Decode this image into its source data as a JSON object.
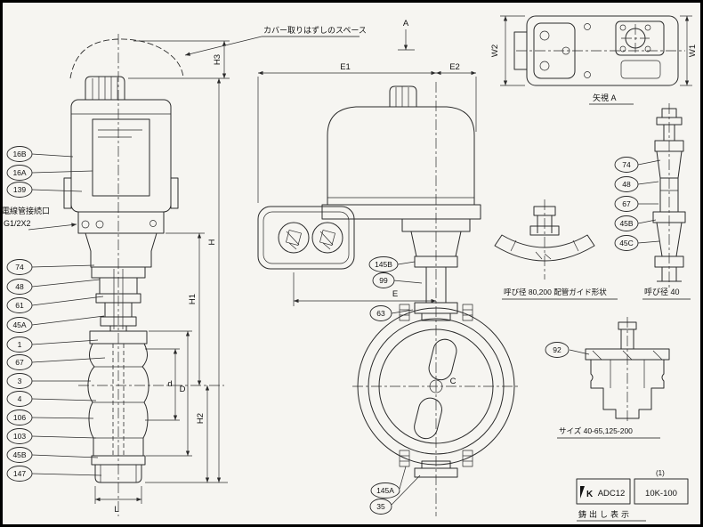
{
  "sheet": {
    "bg": "#f6f5f1",
    "ink": "#2b2b2b"
  },
  "annotations": {
    "cover_space": "カバー取りはずしのスペース",
    "conduit_l1": "電線管接続口",
    "conduit_l2": "G1/2X2",
    "view_a": "矢視 A",
    "pipe_guide": "呼び径 80,200 配管ガイド形状",
    "bore40": "呼び径 40",
    "size_note": "サイズ 40-65,125-200",
    "cast_mark": "鋳出し表示",
    "material": "ADC12",
    "rating": "10K-100",
    "rating_note": "(1)",
    "logo": "K"
  },
  "dims": {
    "H": "H",
    "H1": "H1",
    "H2": "H2",
    "H3": "H3",
    "D": "D",
    "d": "d",
    "L": "L",
    "E": "E",
    "E1": "E1",
    "E2": "E2",
    "A": "A",
    "C": "C",
    "W1": "W1",
    "W2": "W2"
  },
  "callouts": {
    "left": [
      "16B",
      "16A",
      "139",
      "74",
      "48",
      "61",
      "45A",
      "1",
      "67",
      "3",
      "4",
      "106",
      "103",
      "45B",
      "147"
    ],
    "middle": [
      "145B",
      "99",
      "63",
      "145A",
      "35"
    ],
    "right": [
      "74",
      "48",
      "67",
      "45B",
      "45C"
    ],
    "section": [
      "92"
    ]
  }
}
